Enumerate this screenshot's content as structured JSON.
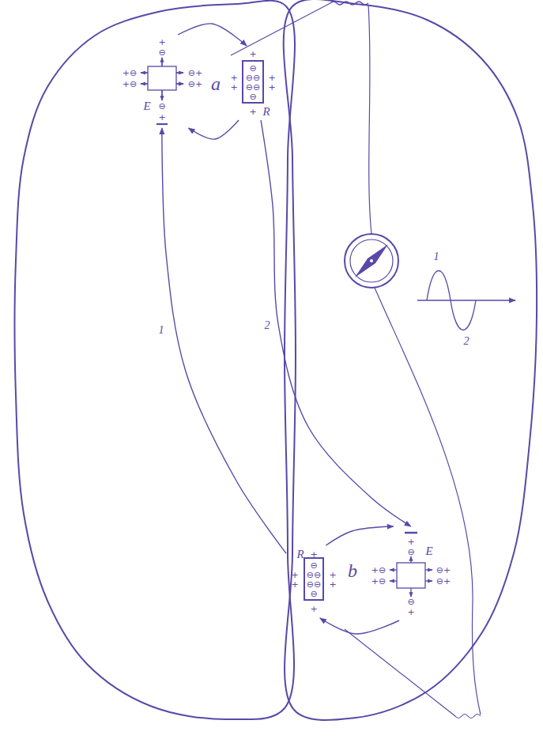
{
  "diagram": {
    "nodes": [
      {
        "text": [
          "E"
        ]
      },
      {
        "text": [
          "R"
        ]
      },
      {
        "text": [
          "R"
        ]
      },
      {
        "text": [
          "E"
        ]
      }
    ],
    "edges": [
      {
        "from": 0,
        "to": 1,
        "arrow": "to"
      },
      {
        "from": 1,
        "to": 0,
        "arrow": "to"
      },
      {
        "from": 2,
        "to": 0,
        "label": "1",
        "arrow": "to"
      },
      {
        "from": 1,
        "to": 3,
        "label": "2",
        "arrow": "to"
      },
      {
        "from": 2,
        "to": 3,
        "arrow": "to"
      },
      {
        "from": 3,
        "to": 2,
        "arrow": "to"
      }
    ],
    "labels": [
      "+",
      "⊖",
      "+⊖",
      "+⊖",
      "⊖+",
      "⊖+",
      "⊖",
      "+",
      "a",
      "+",
      "⊖",
      "+",
      "⊖⊖",
      "+",
      "+",
      "⊖⊖",
      "+",
      "⊖",
      "+",
      "+",
      "⊖",
      "+",
      "⊖⊖",
      "+",
      "+",
      "⊖⊖",
      "+",
      "⊖",
      "+",
      "b",
      "+",
      "⊖",
      "+⊖",
      "+⊖",
      "⊖+",
      "⊖+",
      "⊖",
      "+",
      "1",
      "2"
    ]
  }
}
